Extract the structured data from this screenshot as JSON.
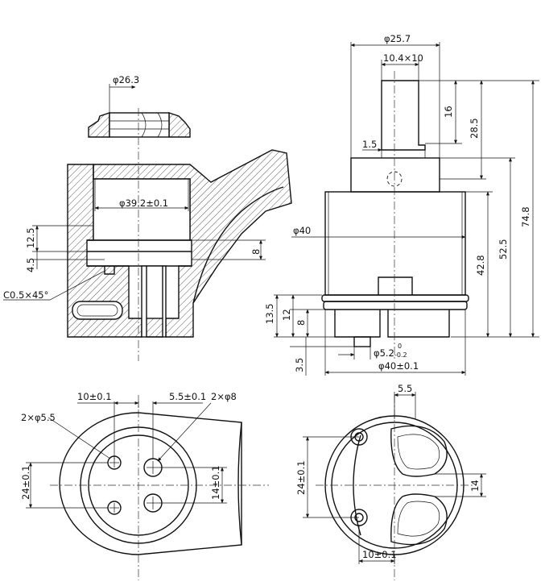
{
  "left_section": {
    "nut_diameter": "φ26.3",
    "bore_diameter": "φ39.2±0.1",
    "dim_12_5": "12.5",
    "dim_4_5": "4.5",
    "dim_8": "8",
    "chamfer": "C0.5×45°"
  },
  "right_elevation": {
    "body_diameter_top": "φ25.7",
    "stem_spline": "10.4×10",
    "dim_16": "16",
    "dim_28_5": "28.5",
    "dim_74_8": "74.8",
    "dim_1_5": "1.5",
    "body_diameter": "φ40",
    "dim_52_5": "52.5",
    "dim_42_8": "42.8",
    "dim_13_5": "13.5",
    "dim_12": "12",
    "dim_8": "8",
    "pin_diameter_main": "φ5.2",
    "pin_tol_upper": "0",
    "pin_tol_lower": "-0.2",
    "base_diameter": "φ40±0.1",
    "dim_3_5": "3.5"
  },
  "bottom_left_plan": {
    "dim_10": "10±0.1",
    "dim_5_5": "5.5±0.1",
    "holes_8": "2×φ8",
    "holes_5_5": "2×φ5.5",
    "dim_24": "24±0.1",
    "dim_14": "14±0.1"
  },
  "bottom_right_plan": {
    "dim_5_5": "5.5",
    "dim_24": "24±0.1",
    "dim_14": "14",
    "dim_10": "10±0.1"
  }
}
